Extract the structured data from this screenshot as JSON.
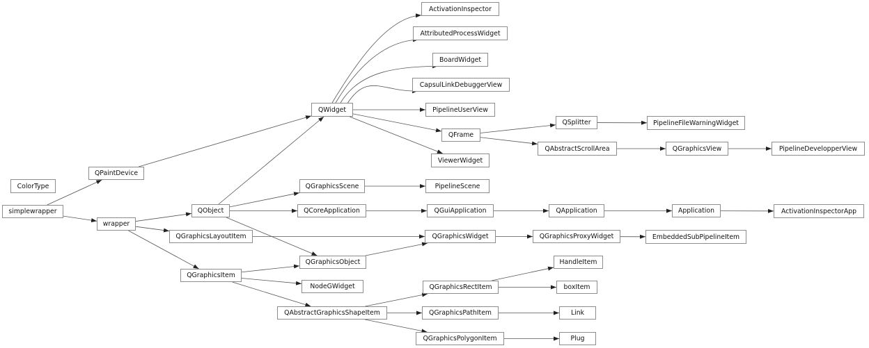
{
  "diagram": {
    "type": "class-inheritance-graph",
    "nodes": {
      "ActivationInspector": "ActivationInspector",
      "AttributedProcessWidget": "AttributedProcessWidget",
      "BoardWidget": "BoardWidget",
      "CapsulLinkDebuggerView": "CapsulLinkDebuggerView",
      "PipelineUserView": "PipelineUserView",
      "QFrame": "QFrame",
      "ViewerWidget": "ViewerWidget",
      "QWidget": "QWidget",
      "QSplitter": "QSplitter",
      "PipelineFileWarningWidget": "PipelineFileWarningWidget",
      "QAbstractScrollArea": "QAbstractScrollArea",
      "QGraphicsView": "QGraphicsView",
      "PipelineDevelopperView": "PipelineDevelopperView",
      "QPaintDevice": "QPaintDevice",
      "ColorType": "ColorType",
      "QGraphicsScene": "QGraphicsScene",
      "PipelineScene": "PipelineScene",
      "simplewrapper": "simplewrapper",
      "QObject": "QObject",
      "QCoreApplication": "QCoreApplication",
      "QGuiApplication": "QGuiApplication",
      "QApplication": "QApplication",
      "Application": "Application",
      "ActivationInspectorApp": "ActivationInspectorApp",
      "wrapper": "wrapper",
      "QGraphicsLayoutItem": "QGraphicsLayoutItem",
      "QGraphicsWidget": "QGraphicsWidget",
      "QGraphicsProxyWidget": "QGraphicsProxyWidget",
      "EmbeddedSubPipelineItem": "EmbeddedSubPipelineItem",
      "QGraphicsObject": "QGraphicsObject",
      "HandleItem": "HandleItem",
      "QGraphicsItem": "QGraphicsItem",
      "NodeGWidget": "NodeGWidget",
      "QGraphicsRectItem": "QGraphicsRectItem",
      "boxItem": "boxItem",
      "QAbstractGraphicsShapeItem": "QAbstractGraphicsShapeItem",
      "QGraphicsPathItem": "QGraphicsPathItem",
      "Link": "Link",
      "QGraphicsPolygonItem": "QGraphicsPolygonItem",
      "Plug": "Plug"
    },
    "edges": [
      [
        "simplewrapper",
        "QPaintDevice"
      ],
      [
        "simplewrapper",
        "wrapper"
      ],
      [
        "QPaintDevice",
        "QWidget"
      ],
      [
        "QObject",
        "QWidget"
      ],
      [
        "wrapper",
        "QObject"
      ],
      [
        "wrapper",
        "QGraphicsLayoutItem"
      ],
      [
        "wrapper",
        "QGraphicsItem"
      ],
      [
        "QObject",
        "QGraphicsScene"
      ],
      [
        "QObject",
        "QCoreApplication"
      ],
      [
        "QObject",
        "QGraphicsObject"
      ],
      [
        "QGraphicsLayoutItem",
        "QGraphicsWidget"
      ],
      [
        "QGraphicsItem",
        "QGraphicsObject"
      ],
      [
        "QGraphicsItem",
        "NodeGWidget"
      ],
      [
        "QGraphicsItem",
        "QAbstractGraphicsShapeItem"
      ],
      [
        "QGraphicsObject",
        "QGraphicsWidget"
      ],
      [
        "QWidget",
        "ActivationInspector"
      ],
      [
        "QWidget",
        "AttributedProcessWidget"
      ],
      [
        "QWidget",
        "BoardWidget"
      ],
      [
        "QWidget",
        "CapsulLinkDebuggerView"
      ],
      [
        "QWidget",
        "PipelineUserView"
      ],
      [
        "QWidget",
        "QFrame"
      ],
      [
        "QWidget",
        "ViewerWidget"
      ],
      [
        "QFrame",
        "QSplitter"
      ],
      [
        "QFrame",
        "QAbstractScrollArea"
      ],
      [
        "QSplitter",
        "PipelineFileWarningWidget"
      ],
      [
        "QAbstractScrollArea",
        "QGraphicsView"
      ],
      [
        "QGraphicsView",
        "PipelineDevelopperView"
      ],
      [
        "QGraphicsScene",
        "PipelineScene"
      ],
      [
        "QCoreApplication",
        "QGuiApplication"
      ],
      [
        "QGuiApplication",
        "QApplication"
      ],
      [
        "QApplication",
        "Application"
      ],
      [
        "Application",
        "ActivationInspectorApp"
      ],
      [
        "QGraphicsWidget",
        "QGraphicsProxyWidget"
      ],
      [
        "QGraphicsProxyWidget",
        "EmbeddedSubPipelineItem"
      ],
      [
        "QAbstractGraphicsShapeItem",
        "QGraphicsRectItem"
      ],
      [
        "QAbstractGraphicsShapeItem",
        "QGraphicsPathItem"
      ],
      [
        "QAbstractGraphicsShapeItem",
        "QGraphicsPolygonItem"
      ],
      [
        "QGraphicsRectItem",
        "HandleItem"
      ],
      [
        "QGraphicsRectItem",
        "boxItem"
      ],
      [
        "QGraphicsPathItem",
        "Link"
      ],
      [
        "QGraphicsPolygonItem",
        "Plug"
      ]
    ],
    "colors": {
      "edge": "#555555",
      "border": "#8c8c8c"
    }
  }
}
